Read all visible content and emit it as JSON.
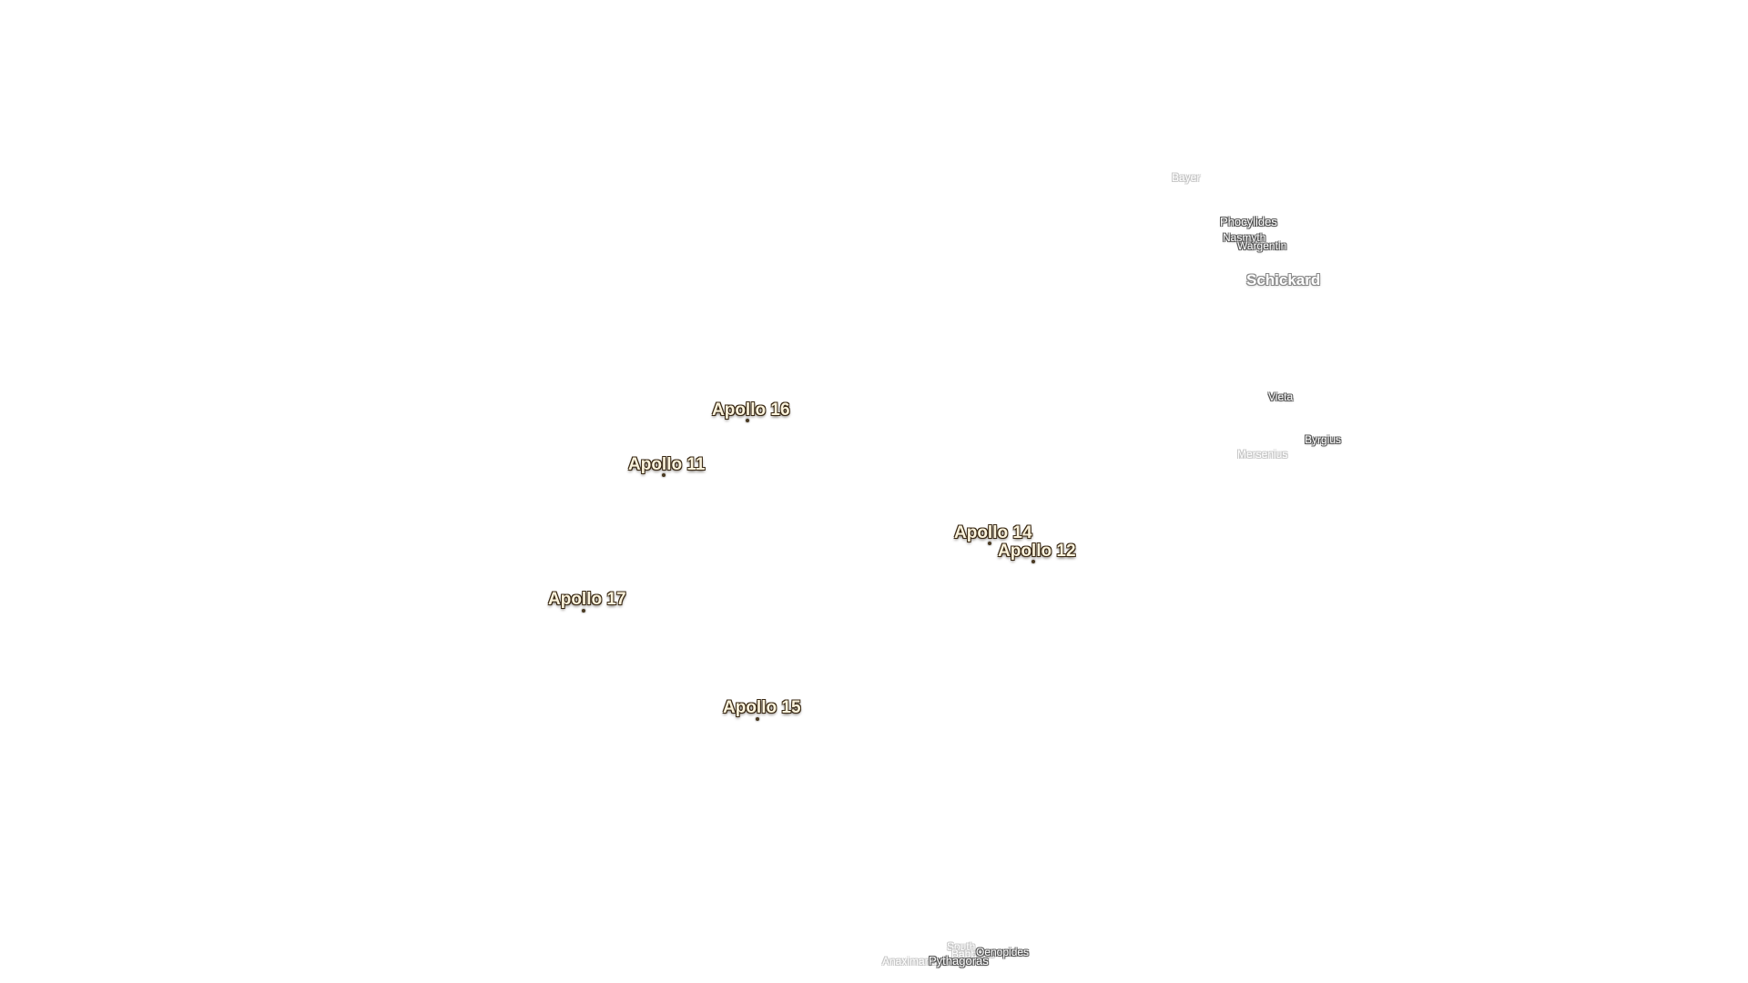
{
  "map": {
    "landing_sites": [
      {
        "label": "Apollo 16"
      },
      {
        "label": "Apollo 11"
      },
      {
        "label": "Apollo 14"
      },
      {
        "label": "Apollo 12"
      },
      {
        "label": "Apollo 17"
      },
      {
        "label": "Apollo 15"
      }
    ],
    "craters": [
      {
        "label": "Bayer"
      },
      {
        "label": "Phocylides"
      },
      {
        "label": "Nasmyth"
      },
      {
        "label": "Wargentin"
      },
      {
        "label": "Schickard"
      },
      {
        "label": "Vieta"
      },
      {
        "label": "Byrgius"
      },
      {
        "label": "Mersenius"
      },
      {
        "label": "South"
      },
      {
        "label": "Babbage"
      },
      {
        "label": "Oenopides"
      },
      {
        "label": "Anaximander"
      },
      {
        "label": "Pythagoras"
      }
    ],
    "colors": {
      "background": "#ffffff",
      "landing_label": "#fbf3dc",
      "landing_outline": "#3a2a16",
      "crater_label": "#ffffff",
      "crater_outline": "#555555"
    }
  }
}
